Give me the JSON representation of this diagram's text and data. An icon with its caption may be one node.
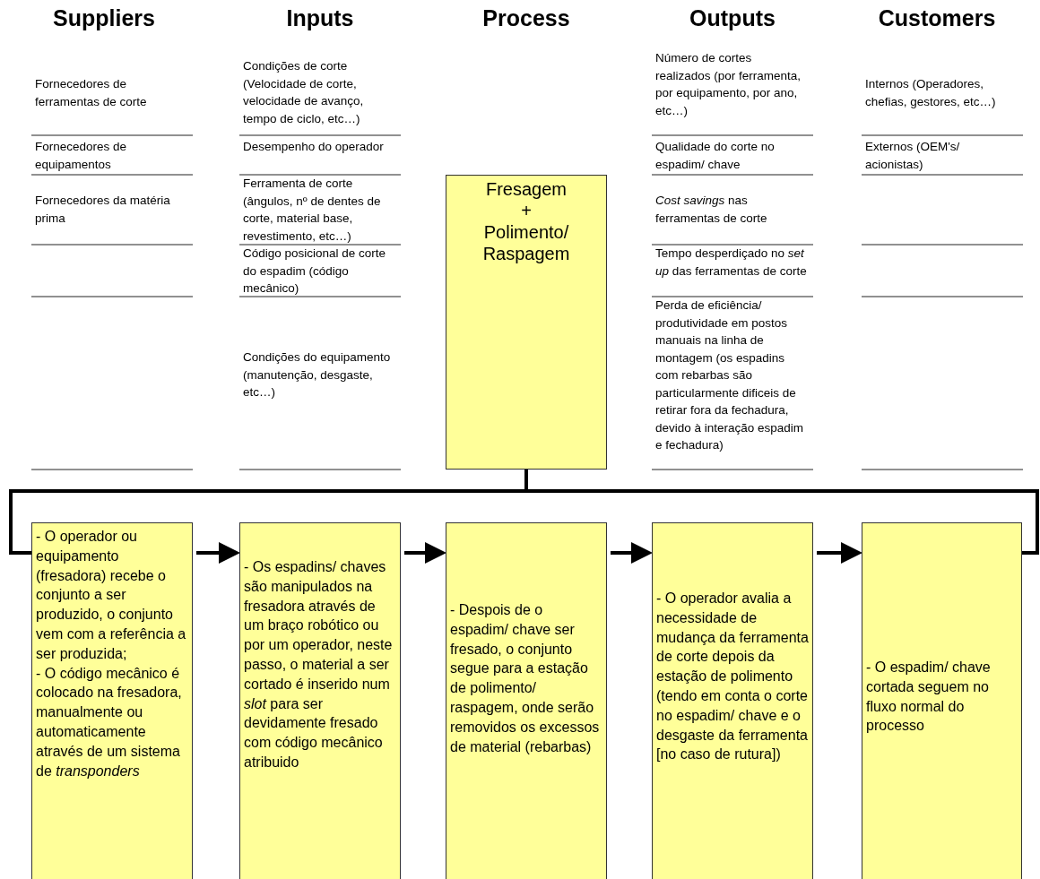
{
  "diagram": {
    "nodes": [
      {
        "text": [
          "Fresagem + Polimento/ Raspagem"
        ]
      },
      {
        "text": [
          "- O operador ou equipamento (fresadora) recebe o conjunto a ser produzido, o conjunto vem com a referência a ser produzida;",
          "- O código mecânico é colocado na fresadora, manualmente ou automaticamente através de um sistema de *transponders*"
        ]
      },
      {
        "text": [
          "- Os espadins/ chaves são manipulados na fresadora através de um braço robótico ou por um operador, neste passo, o material a ser cortado é inserido num *slot* para ser devidamente fresado com código mecânico atribuido"
        ]
      },
      {
        "text": [
          "- Despois de o espadim/ chave ser fresado, o conjunto segue para a estação de polimento/ raspagem, onde serão removidos os excessos de material (rebarbas)"
        ]
      },
      {
        "text": [
          "- O operador avalia a necessidade de mudança da ferramenta de corte depois da estação de polimento (tendo em conta o corte no espadim/ chave e o desgaste da ferramenta [no caso de rutura])"
        ]
      },
      {
        "text": [
          "- O espadim/ chave cortada seguem no fluxo normal do processo"
        ]
      }
    ],
    "edges": [
      {
        "from": 0,
        "to": 1,
        "arrow": "none"
      },
      {
        "from": 0,
        "to": 5,
        "arrow": "none"
      },
      {
        "from": 1,
        "to": 2,
        "arrow": "to"
      },
      {
        "from": 2,
        "to": 3,
        "arrow": "to"
      },
      {
        "from": 3,
        "to": 4,
        "arrow": "to"
      },
      {
        "from": 4,
        "to": 5,
        "arrow": "to"
      }
    ],
    "labels": [
      "Suppliers",
      "Inputs",
      "Process",
      "Outputs",
      "Customers",
      "Fornecedores de ferramentas de corte",
      "Fornecedores de equipamentos",
      "Fornecedores da matéria prima",
      "Condições de corte (Velocidade de corte, velocidade de avanço, tempo de ciclo, etc…)",
      "Desempenho do operador",
      "Ferramenta de corte (ângulos, nº de dentes de corte, material base, revestimento, etc…)",
      "Código posicional de corte do espadim (código mecânico)",
      "Condições do equipamento (manutenção, desgaste, etc…)",
      "Número de cortes realizados (por ferramenta, por equipamento, por ano, etc…)",
      "Qualidade do corte no espadim/ chave",
      "*Cost savings* nas ferramentas de corte",
      "Tempo desperdiçado no *set up* das ferramentas de corte",
      "Perda de eficiência/ produtividade em postos manuais na linha de montagem (os espadins com rebarbas são particularmente dificeis de retirar fora da fechadura, devido à interação espadim e fechadura)",
      "Internos (Operadores, chefias, gestores, etc…)",
      "Externos (OEM's/ acionistas)"
    ]
  }
}
